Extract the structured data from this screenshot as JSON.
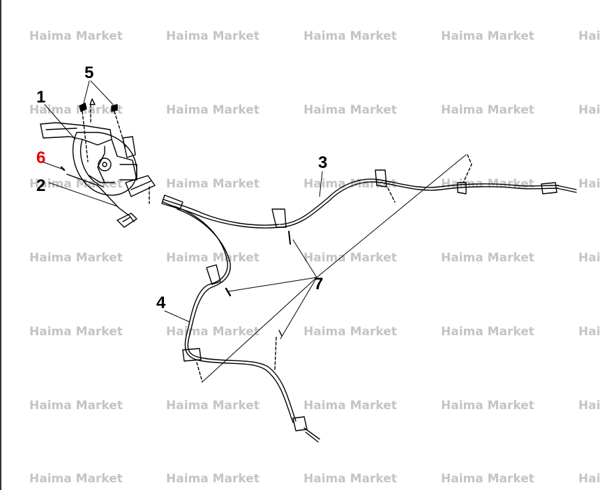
{
  "watermark": {
    "text": "Haima Market",
    "text_clipped": "Haim"
  },
  "callouts": [
    {
      "id": "1",
      "text": "1",
      "color": "#000000"
    },
    {
      "id": "2",
      "text": "2",
      "color": "#000000"
    },
    {
      "id": "3",
      "text": "3",
      "color": "#000000"
    },
    {
      "id": "4",
      "text": "4",
      "color": "#000000"
    },
    {
      "id": "5",
      "text": "5",
      "color": "#000000"
    },
    {
      "id": "6",
      "text": "6",
      "color": "#e60000"
    },
    {
      "id": "7",
      "text": "7",
      "color": "#000000"
    }
  ],
  "colors": {
    "line": "#000000",
    "watermark": "#c4c4c4",
    "highlight": "#e60000"
  }
}
